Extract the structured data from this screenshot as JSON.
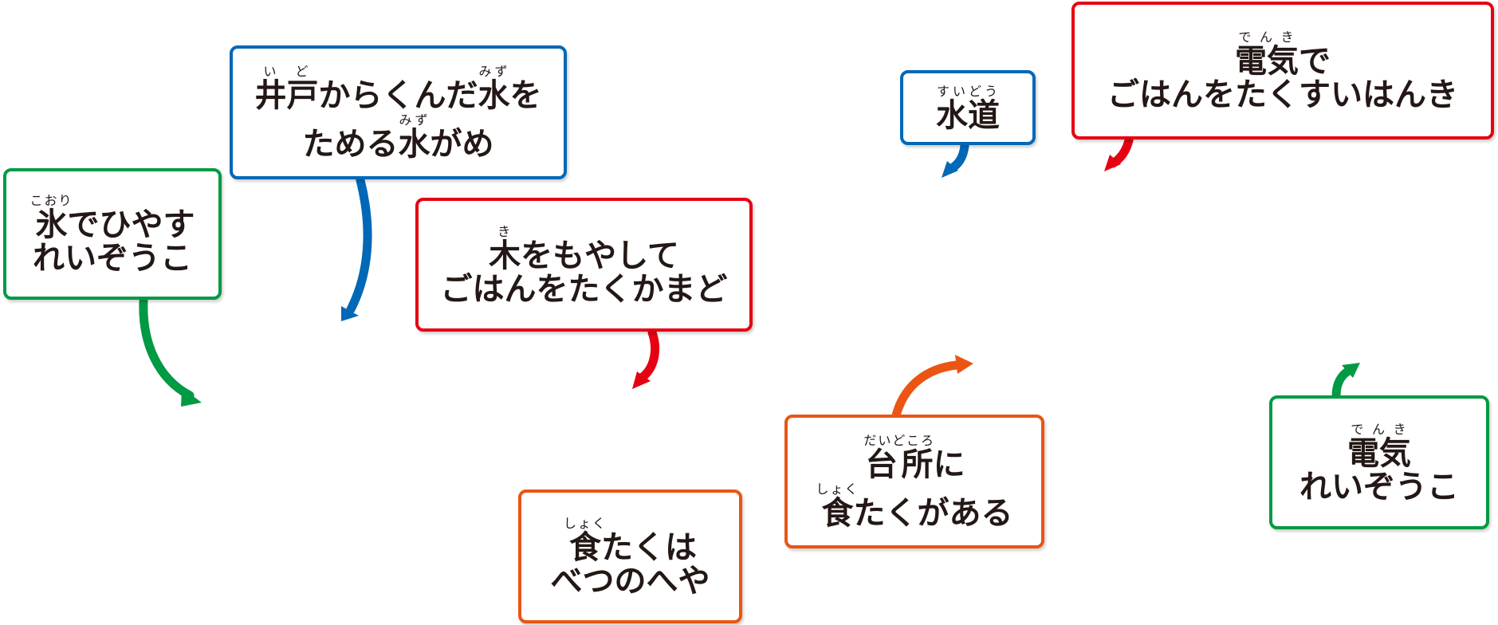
{
  "colors": {
    "green": "#009a44",
    "blue": "#0068b7",
    "red": "#e60012",
    "orange": "#ea5514",
    "text": "#231815"
  },
  "callouts": {
    "ice_fridge": {
      "color": "green",
      "ruby_kanji": "氷",
      "ruby_reading": "こおり",
      "line1_rest": "でひやす",
      "line2": "れいぞうこ"
    },
    "well_water": {
      "color": "blue",
      "l1_ruby1_kanji": "井",
      "l1_ruby1_reading": "い",
      "l1_ruby2_kanji": "戸",
      "l1_ruby2_reading": "ど",
      "l1_mid": "からくんだ",
      "l1_ruby3_kanji": "水",
      "l1_ruby3_reading": "みず",
      "l1_end": "を",
      "l2_start": "ためる",
      "l2_ruby_kanji": "水",
      "l2_ruby_reading": "みず",
      "l2_end": "がめ"
    },
    "wood_stove": {
      "color": "red",
      "ruby_kanji": "木",
      "ruby_reading": "き",
      "line1_rest": "をもやして",
      "line2": "ごはんをたくかまど"
    },
    "separate_dining": {
      "color": "orange",
      "ruby_kanji": "食",
      "ruby_reading": "しょく",
      "line1_rest": "たくは",
      "line2": "べつのへや"
    },
    "kitchen_table": {
      "color": "orange",
      "l1_ruby_kanji": "台所",
      "l1_ruby_reading": "だいどころ",
      "l1_end": "に",
      "l2_ruby_kanji": "食",
      "l2_ruby_reading": "しょく",
      "l2_end": "たくがある"
    },
    "tap_water": {
      "color": "blue",
      "ruby_kanji": "水道",
      "ruby_reading": "すいどう"
    },
    "rice_cooker": {
      "color": "red",
      "ruby_kanji": "電気",
      "ruby_reading": "でんき",
      "line1_end": "で",
      "line2": "ごはんをたくすいはんき"
    },
    "electric_fridge": {
      "color": "green",
      "ruby_kanji": "電気",
      "ruby_reading": "でんき",
      "line2": "れいぞうこ"
    }
  }
}
